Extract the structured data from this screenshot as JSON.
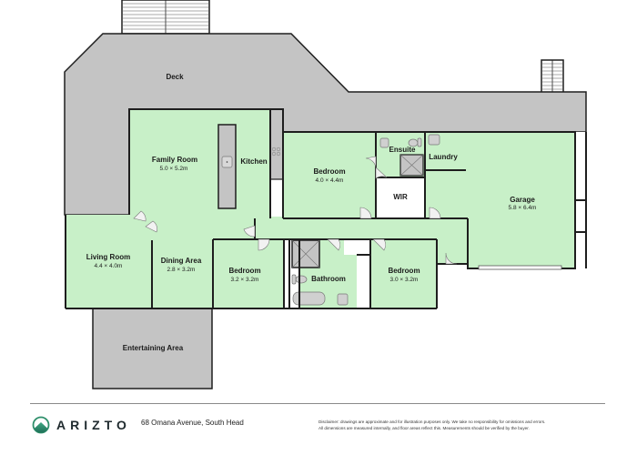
{
  "colors": {
    "room_fill": "#c8f0c8",
    "outdoor_fill": "#c4c4c4",
    "wall": "#1e1e1e",
    "white_room": "#ffffff",
    "brand_green": "#2e8f6b"
  },
  "rooms": {
    "deck": {
      "name": "Deck"
    },
    "family_room": {
      "name": "Family Room",
      "dims": "5.0 × 5.2m"
    },
    "kitchen": {
      "name": "Kitchen"
    },
    "bedroom_master": {
      "name": "Bedroom",
      "dims": "4.0 × 4.4m"
    },
    "ensuite": {
      "name": "Ensuite"
    },
    "laundry": {
      "name": "Laundry"
    },
    "wir": {
      "name": "WIR"
    },
    "garage": {
      "name": "Garage",
      "dims": "5.8 × 6.4m"
    },
    "living_room": {
      "name": "Living Room",
      "dims": "4.4 × 4.0m"
    },
    "dining_area": {
      "name": "Dining Area",
      "dims": "2.8 × 3.2m"
    },
    "bedroom_2": {
      "name": "Bedroom",
      "dims": "3.2 × 3.2m"
    },
    "bathroom": {
      "name": "Bathroom"
    },
    "bedroom_3": {
      "name": "Bedroom",
      "dims": "3.0 × 3.2m"
    },
    "entertaining_area": {
      "name": "Entertaining Area"
    }
  },
  "footer": {
    "brand": "ARIZTO",
    "brand_icon": "mountain-logo-icon",
    "address": "68 Omana Avenue, South Head",
    "disclaimer_line1": "Disclaimer: drawings are approximate and for illustration purposes only. We take no responsibility for omissions and errors.",
    "disclaimer_line2": "All dimensions are measured internally, and floor areas reflect this. Measurements should be verified by the buyer."
  }
}
